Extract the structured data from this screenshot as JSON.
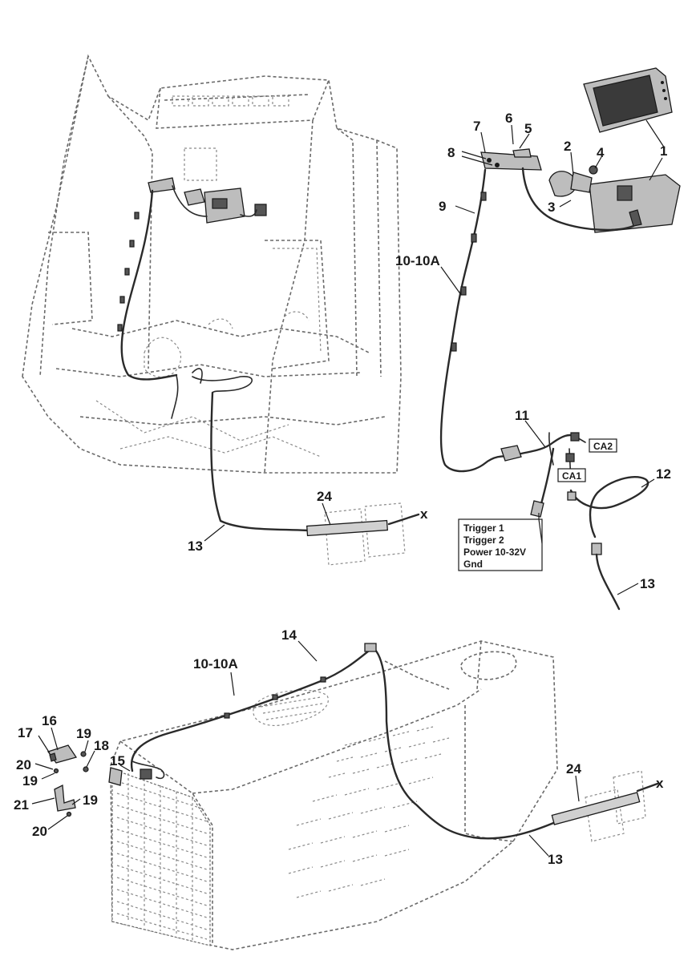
{
  "callouts": {
    "c1": "1",
    "c2": "2",
    "c3": "3",
    "c4": "4",
    "c5": "5",
    "c6": "6",
    "c7": "7",
    "c8": "8",
    "c9": "9",
    "c10_upper": "10-10A",
    "c11": "11",
    "c12": "12",
    "c13_cab": "13",
    "c13_right": "13",
    "c13_bottom": "13",
    "c14": "14",
    "c10_lower": "10-10A",
    "c15": "15",
    "c16": "16",
    "c17": "17",
    "c18": "18",
    "c19_a": "19",
    "c19_b": "19",
    "c19_c": "19",
    "c20_a": "20",
    "c20_b": "20",
    "c21": "21",
    "c24_upper": "24",
    "c24_lower": "24",
    "x_upper": "x",
    "x_lower": "x"
  },
  "connector_labels": {
    "ca1": "CA1",
    "ca2": "CA2"
  },
  "wiring_note": {
    "line1": "Trigger 1",
    "line2": "Trigger 2",
    "line3": "Power 10-32V",
    "line4": "Gnd"
  }
}
